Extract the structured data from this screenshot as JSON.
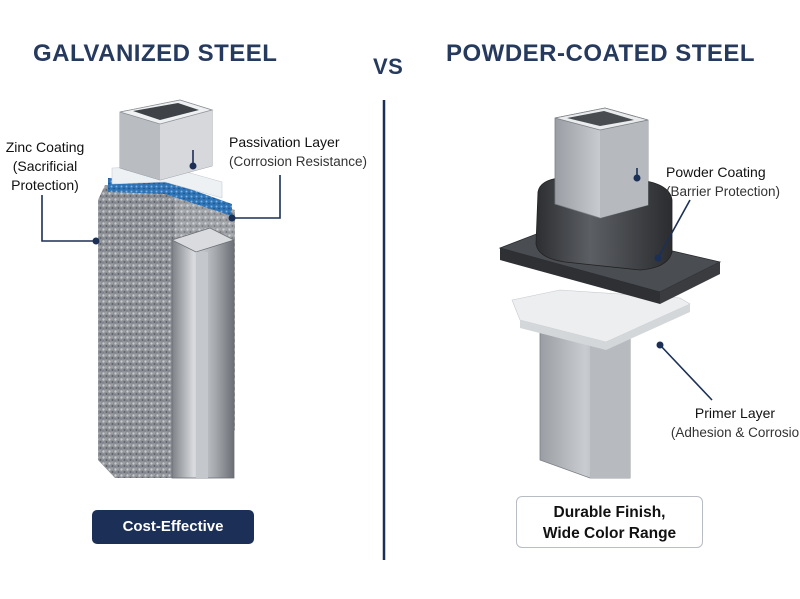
{
  "titles": {
    "left": "GALVANIZED STEEL",
    "vs": "VS",
    "right": "POWDER-COATED STEEL"
  },
  "left_labels": {
    "zinc_line1": "Zinc Coating",
    "zinc_line2": "(Sacrificial",
    "zinc_line3": "Protection)",
    "passivation_title": "Passivation Layer",
    "passivation_sub": "(Corrosion Resistance)"
  },
  "right_labels": {
    "powder_title": "Powder Coating",
    "powder_sub": "(Barrier Protection)",
    "primer_title": "Primer Layer",
    "primer_sub": "(Adhesion & Corrosio"
  },
  "badges": {
    "left": "Cost-Effective",
    "right_line1": "Durable Finish,",
    "right_line2": "Wide Color Range"
  },
  "colors": {
    "title": "#263a5e",
    "navy": "#1b2f57",
    "steel": "#a9adb3",
    "blue_layer": "#2f74b5",
    "powder": "#3a3c40"
  }
}
